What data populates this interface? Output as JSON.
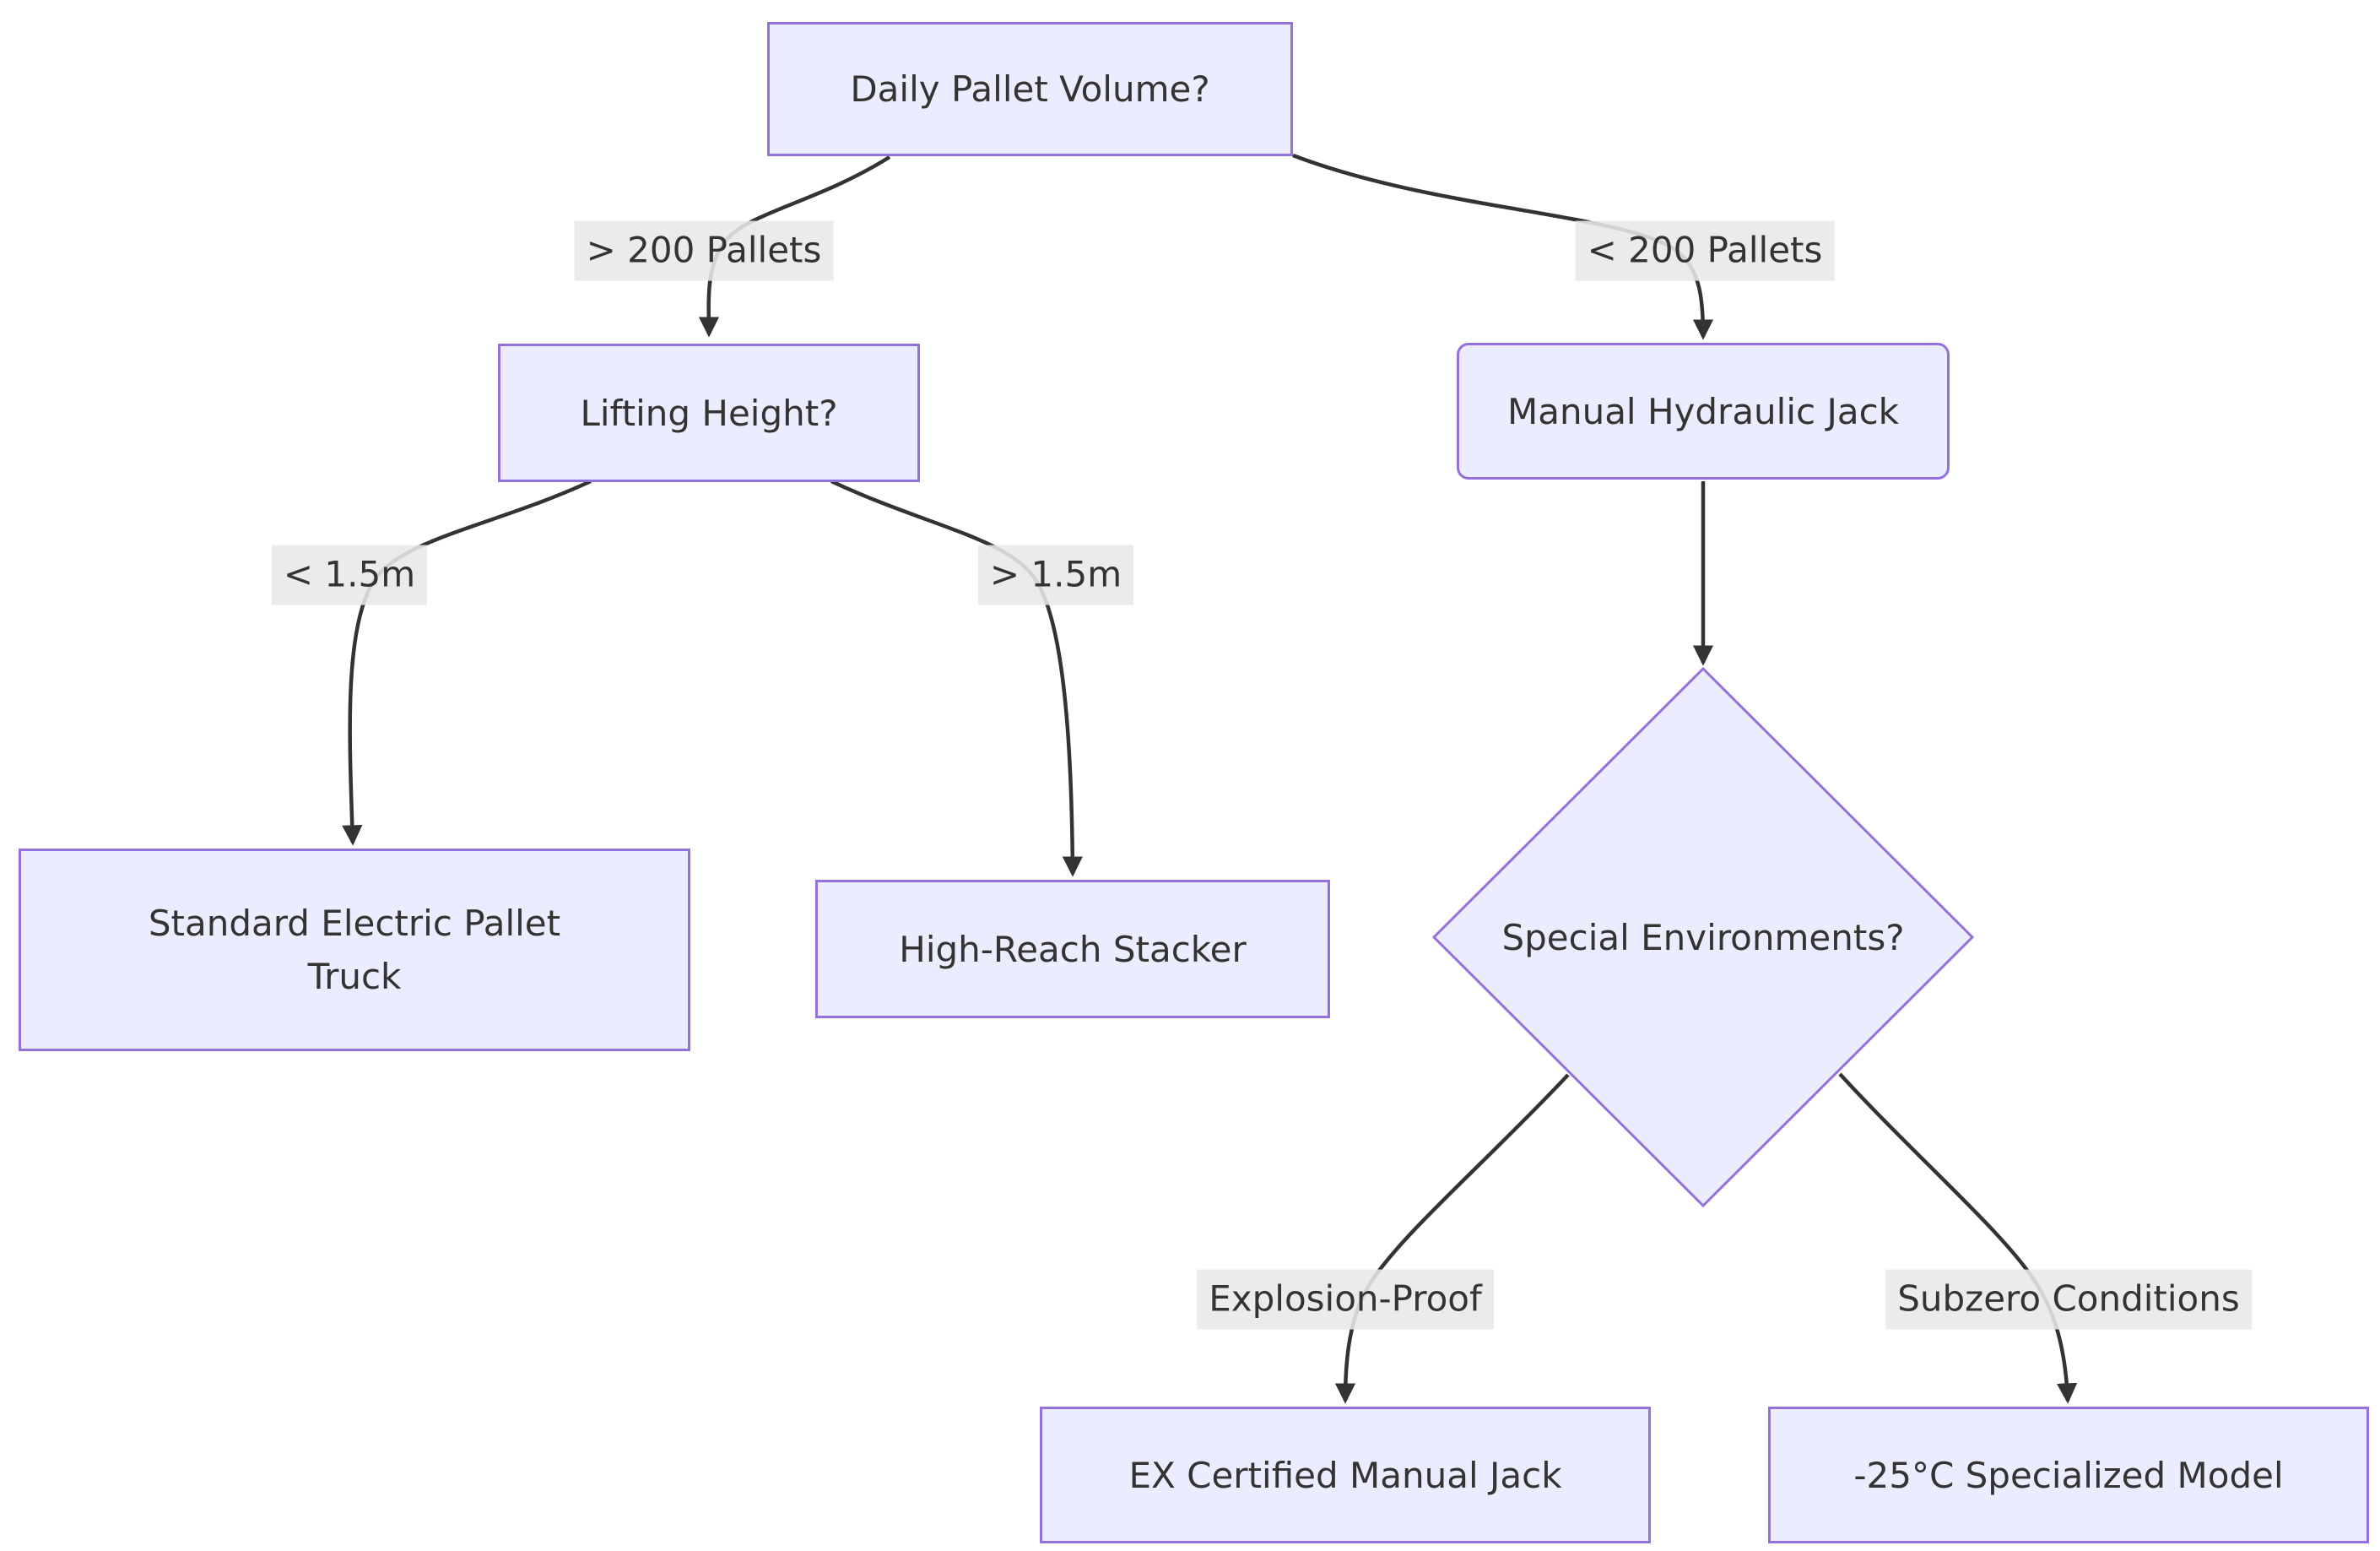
{
  "diagram": {
    "type": "flowchart",
    "direction": "top-down",
    "colors": {
      "background": "#ffffff",
      "node_fill": "#ECECFF",
      "node_border": "#9370DB",
      "edge_line": "#333333",
      "edge_label_bg": "#e8e8e8",
      "text": "#333333"
    },
    "nodes": [
      {
        "id": "A",
        "label": "Daily Pallet Volume?",
        "shape": "rectangle"
      },
      {
        "id": "B",
        "label": "Lifting Height?",
        "shape": "rectangle"
      },
      {
        "id": "C",
        "label": "Manual Hydraulic Jack",
        "shape": "rounded-rectangle"
      },
      {
        "id": "D",
        "label": "Standard Electric Pallet Truck",
        "shape": "rectangle"
      },
      {
        "id": "E",
        "label": "High-Reach Stacker",
        "shape": "rectangle"
      },
      {
        "id": "F",
        "label": "Special Environments?",
        "shape": "diamond"
      },
      {
        "id": "G",
        "label": "EX Certified Manual Jack",
        "shape": "rectangle"
      },
      {
        "id": "H",
        "label": "-25°C Specialized Model",
        "shape": "rectangle"
      }
    ],
    "edges": [
      {
        "from": "A",
        "to": "B",
        "label": "> 200 Pallets"
      },
      {
        "from": "A",
        "to": "C",
        "label": "< 200 Pallets"
      },
      {
        "from": "B",
        "to": "D",
        "label": "< 1.5m"
      },
      {
        "from": "B",
        "to": "E",
        "label": "> 1.5m"
      },
      {
        "from": "C",
        "to": "F",
        "label": ""
      },
      {
        "from": "F",
        "to": "G",
        "label": "Explosion-Proof"
      },
      {
        "from": "F",
        "to": "H",
        "label": "Subzero Conditions"
      }
    ]
  }
}
